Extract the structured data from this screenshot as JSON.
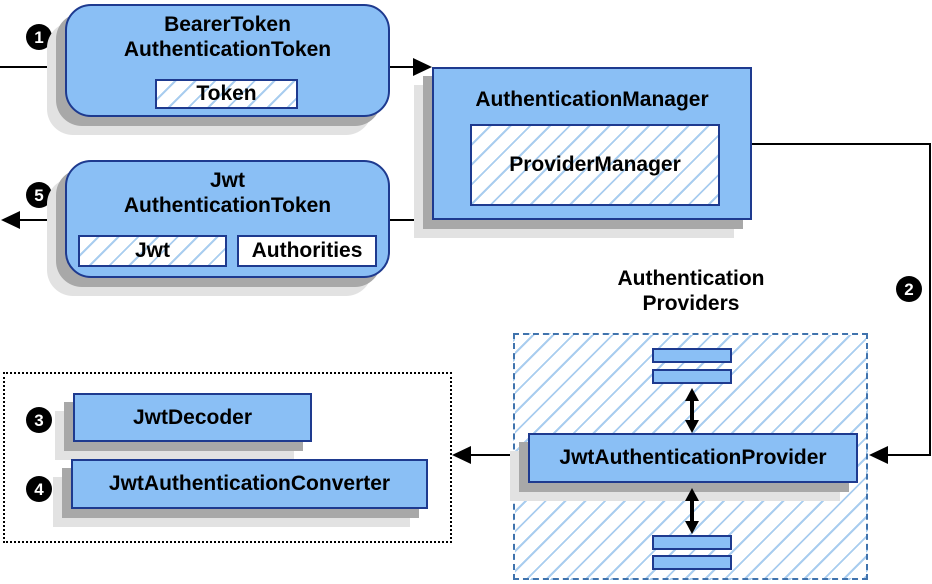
{
  "diagram_type": "jwt-authentication-flow",
  "colors": {
    "node_fill": "#8ABFF5",
    "node_border": "#1E3A8F",
    "hatch_line": "#A9CDEF",
    "providers_group_border": "#4073AD",
    "converters_group_border": "#000000",
    "shadow_dark": "#A8A8A8",
    "shadow_light": "#E2E2E2",
    "connector": "#000000",
    "badge_bg": "#000000",
    "badge_text": "#FFFFFF"
  },
  "badges": {
    "step1": "1",
    "step2": "2",
    "step3": "3",
    "step4": "4",
    "step5": "5"
  },
  "nodes": {
    "bearer_token": {
      "title_line1": "BearerToken",
      "title_line2": "AuthenticationToken",
      "field_token": "Token"
    },
    "authentication_manager": {
      "title": "AuthenticationManager",
      "field_provider_manager": "ProviderManager"
    },
    "jwt_authentication_token": {
      "title_line1": "Jwt",
      "title_line2": "AuthenticationToken",
      "field_jwt": "Jwt",
      "field_authorities": "Authorities"
    },
    "providers_group": {
      "label_line1": "Authentication",
      "label_line2": "Providers"
    },
    "jwt_authentication_provider": {
      "title": "JwtAuthenticationProvider"
    },
    "jwt_decoder": {
      "title": "JwtDecoder"
    },
    "jwt_authentication_converter": {
      "title": "JwtAuthenticationConverter"
    }
  }
}
